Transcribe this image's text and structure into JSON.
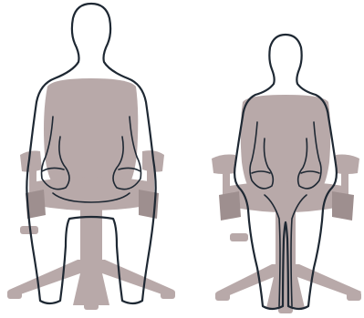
{
  "figure": {
    "panels": [
      {
        "subject": "larger-person-silhouette",
        "seat": "office-chair"
      },
      {
        "subject": "smaller-person-silhouette",
        "seat": "office-chair"
      }
    ],
    "colors": {
      "chair": "#b8a9a9",
      "chair_shadow": "#9e8f8f",
      "outline": "#1e2833",
      "background": "#ffffff"
    }
  }
}
